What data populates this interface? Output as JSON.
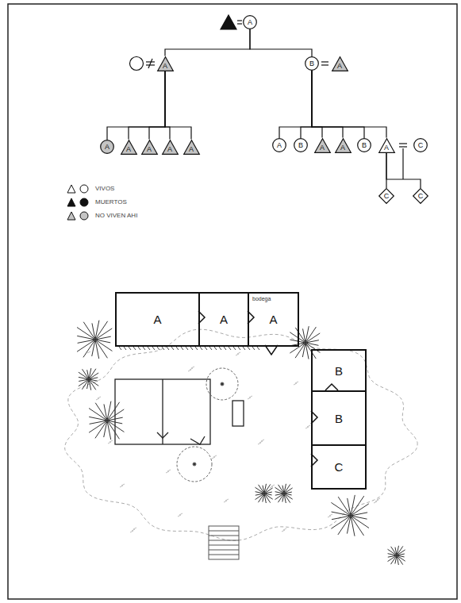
{
  "diagram": {
    "nodes": [
      {
        "text": [
          "A"
        ]
      },
      {
        "text": [
          "A"
        ]
      },
      {
        "text": [
          "B"
        ]
      },
      {
        "text": [
          "A"
        ]
      },
      {
        "text": [
          "A"
        ]
      },
      {
        "text": [
          "A"
        ]
      },
      {
        "text": [
          "A"
        ]
      },
      {
        "text": [
          "A"
        ]
      },
      {
        "text": [
          "A"
        ]
      },
      {
        "text": [
          "A"
        ]
      },
      {
        "text": [
          "B"
        ]
      },
      {
        "text": [
          "A"
        ]
      },
      {
        "text": [
          "A"
        ]
      },
      {
        "text": [
          "B"
        ]
      },
      {
        "text": [
          "A"
        ]
      },
      {
        "text": [
          "C"
        ]
      },
      {
        "text": [
          "C"
        ]
      },
      {
        "text": [
          "C"
        ]
      },
      {
        "text": [
          "A"
        ]
      },
      {
        "text": [
          "A"
        ]
      },
      {
        "text": [
          "bodega",
          "A"
        ]
      },
      {
        "text": [
          "B"
        ]
      },
      {
        "text": [
          "B"
        ]
      },
      {
        "text": [
          "C"
        ]
      }
    ],
    "edges": [
      {
        "from": 0,
        "to": 1,
        "arrow": "none"
      },
      {
        "from": 0,
        "to": 2,
        "arrow": "none"
      },
      {
        "from": 1,
        "to": 4,
        "arrow": "none"
      },
      {
        "from": 1,
        "to": 5,
        "arrow": "none"
      },
      {
        "from": 1,
        "to": 6,
        "arrow": "none"
      },
      {
        "from": 1,
        "to": 7,
        "arrow": "none"
      },
      {
        "from": 1,
        "to": 8,
        "arrow": "none"
      },
      {
        "from": 2,
        "to": 9,
        "arrow": "none"
      },
      {
        "from": 2,
        "to": 10,
        "arrow": "none"
      },
      {
        "from": 2,
        "to": 11,
        "arrow": "none"
      },
      {
        "from": 2,
        "to": 12,
        "arrow": "none"
      },
      {
        "from": 2,
        "to": 13,
        "arrow": "none"
      },
      {
        "from": 2,
        "to": 14,
        "arrow": "none"
      },
      {
        "from": 14,
        "to": 16,
        "arrow": "none"
      },
      {
        "from": 14,
        "to": 17,
        "arrow": "none"
      }
    ],
    "legend": [
      {
        "text": "VIVOS"
      },
      {
        "text": "MUERTOS"
      },
      {
        "text": "NO VIVEN AHI"
      }
    ]
  }
}
